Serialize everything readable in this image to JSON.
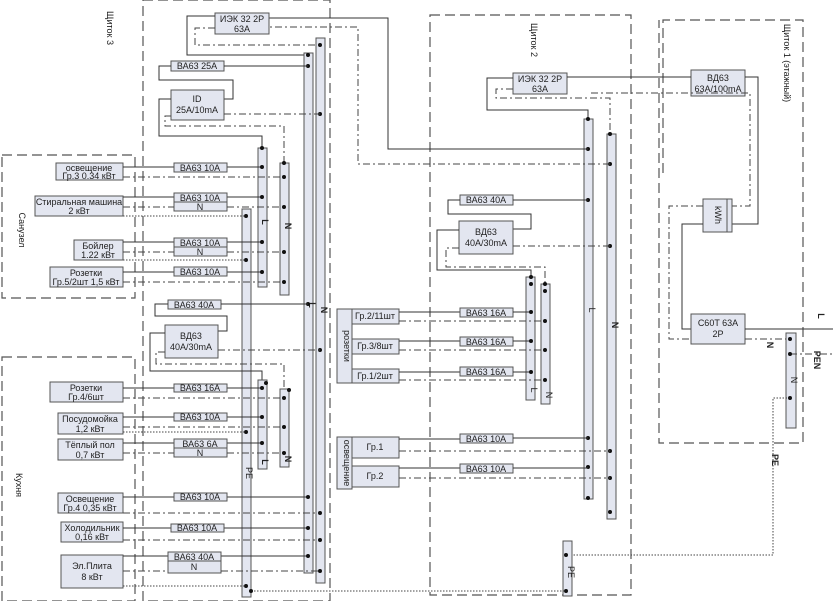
{
  "panels": {
    "panel1": "Щиток 1 (этажный)",
    "panel2": "Щиток 2",
    "panel3": "Щиток 3",
    "bathroom": "Санузел",
    "kitchen": "Кухня"
  },
  "panel1": {
    "rcd": [
      "ВД63",
      "63A/100mA"
    ],
    "meter": "kWh",
    "breaker": [
      "C60T 63A",
      "2P"
    ],
    "bus_n": "N",
    "labels": {
      "L": "L",
      "N": "N",
      "PEN": "PEN",
      "PE": "PE"
    }
  },
  "panel2": {
    "main": [
      "ИЭК 32 2P",
      "63A"
    ],
    "ba40": "ВА63 40A",
    "rcd": [
      "ВД63",
      "40A/30mA"
    ],
    "sockets_group": "розетки",
    "sockets": [
      {
        "label": "Гр.2/11шт",
        "breaker": "ВА63 16A"
      },
      {
        "label": "Гр.3/8шт",
        "breaker": "ВА63 16A"
      },
      {
        "label": "Гр.1/2шт",
        "breaker": "ВА63 16A"
      }
    ],
    "lighting_group": "освещение",
    "lighting": [
      {
        "label": "Гр.1",
        "breaker": "ВА63 10A"
      },
      {
        "label": "Гр.2",
        "breaker": "ВА63 10A"
      }
    ],
    "bus_l": "L",
    "bus_n": "N",
    "bus_pe": "PE"
  },
  "panel3": {
    "main": [
      "ИЭК 32 2P",
      "63A"
    ],
    "ba25": "ВА63 25A",
    "id": [
      "ID",
      "25A/10mA"
    ],
    "ba40": "ВА63 40A",
    "rcd": [
      "ВД63",
      "40A/30mA"
    ],
    "bus_l": "L",
    "bus_n": "N",
    "bus_pe": "PE",
    "bathroom": [
      {
        "load": [
          "освещение",
          "Гр.3 0.34 кВт"
        ],
        "breaker": "ВА63 10A",
        "n": ""
      },
      {
        "load": [
          "Стиральная машина",
          "2 кВт"
        ],
        "breaker": "ВА63 10A",
        "n": "N"
      },
      {
        "load": [
          "Бойлер",
          "1.22 кВт"
        ],
        "breaker": "ВА63 10A",
        "n": "N"
      },
      {
        "load": [
          "Розетки",
          "Гр.5/2шт 1,5 кВт"
        ],
        "breaker": "ВА63 10A",
        "n": ""
      }
    ],
    "kitchen": [
      {
        "load": [
          "Розетки",
          "Гр.4/6шт"
        ],
        "breaker": "ВА63 16A",
        "n": ""
      },
      {
        "load": [
          "Посудомойка",
          "1,2 кВт"
        ],
        "breaker": "ВА63 10A",
        "n": ""
      },
      {
        "load": [
          "Тёплый пол",
          "0,7 кВт"
        ],
        "breaker": "ВА63 6A",
        "n": "N"
      },
      {
        "load": [
          "Освещение",
          "Гр.4 0,35 кВт"
        ],
        "breaker": "ВА63 10A",
        "n": ""
      },
      {
        "load": [
          "Холодильник",
          "0,16 кВт"
        ],
        "breaker": "ВА63 10A",
        "n": ""
      },
      {
        "load": [
          "Эл.Плита",
          "8 кВт"
        ],
        "breaker": "ВА63 40A",
        "n": "N"
      }
    ]
  }
}
